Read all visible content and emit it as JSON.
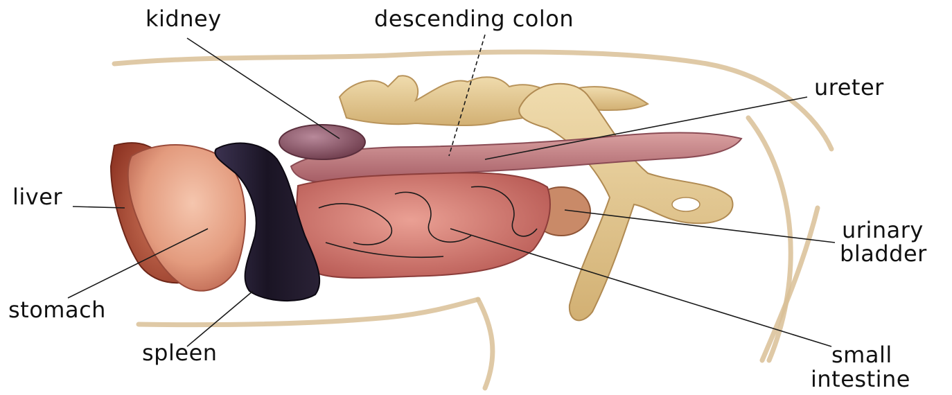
{
  "labels": {
    "kidney": "kidney",
    "descending_colon": "descending colon",
    "ureter": "ureter",
    "liver": "liver",
    "urinary_bladder_line1": "urinary",
    "urinary_bladder_line2": "bladder",
    "stomach": "stomach",
    "spleen": "spleen",
    "small_intestine_line1": "small",
    "small_intestine_line2": "intestine"
  },
  "colors": {
    "background": "#ffffff",
    "body_outline": "#d9bf97",
    "bone": "#e6c98f",
    "liver": "#b5533b",
    "stomach": "#e7a083",
    "spleen": "#1f1a2a",
    "kidney": "#8e5868",
    "colon": "#c48282",
    "intestine": "#d67b72",
    "bladder": "#c98a68",
    "leader_line": "#1a1a1a"
  }
}
